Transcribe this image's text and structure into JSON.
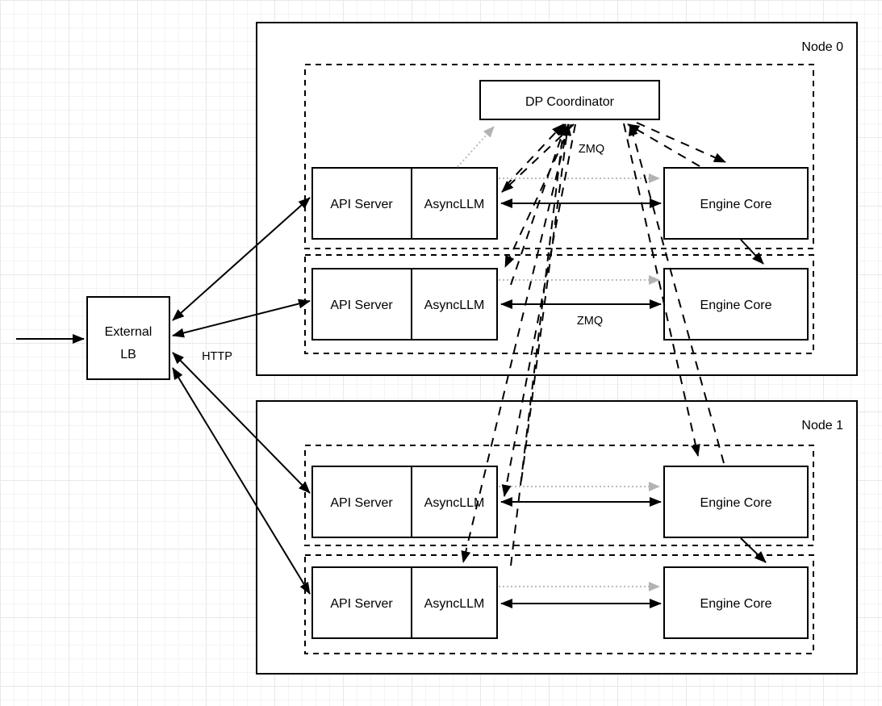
{
  "diagram": {
    "nodes": [
      {
        "label": "Node 0"
      },
      {
        "label": "Node 1"
      }
    ],
    "external_lb": {
      "line1": "External",
      "line2": "LB"
    },
    "dp_coordinator": {
      "label": "DP Coordinator"
    },
    "rows": [
      {
        "api_server": "API Server",
        "asyncllm": "AsyncLLM",
        "engine_core": "Engine Core"
      },
      {
        "api_server": "API Server",
        "asyncllm": "AsyncLLM",
        "engine_core": "Engine Core"
      },
      {
        "api_server": "API Server",
        "asyncllm": "AsyncLLM",
        "engine_core": "Engine Core"
      },
      {
        "api_server": "API Server",
        "asyncllm": "AsyncLLM",
        "engine_core": "Engine Core"
      }
    ],
    "edge_labels": {
      "http": "HTTP",
      "zmq_coordinator": "ZMQ",
      "zmq_row2": "ZMQ"
    },
    "colors": {
      "line": "#000000",
      "gray_line": "#b3b3b3",
      "box_fill": "#ffffff",
      "background": "#ffffff",
      "grid_minor": "#f4f4f4",
      "grid_major": "#e8e8e8"
    }
  }
}
